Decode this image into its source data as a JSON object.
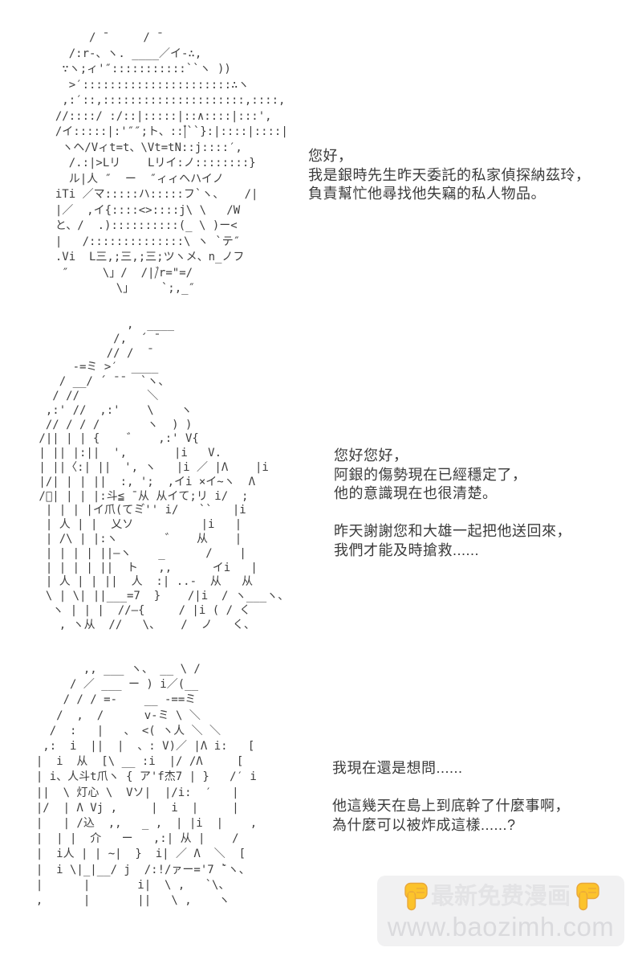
{
  "page": {
    "background": "#ffffff",
    "text_color": "#3b3b3b"
  },
  "panels": [
    {
      "figure": "ascii-art-cat-eared-detective",
      "ascii_art": [
        "       / ̄      / ̄",
        "    /:r-、ヽ. ____／イ-∴,",
        "   ∵ヽ;ィ'″:::::::::::``ヽ ))",
        "    >′::::::::::::::::::::::∴ヽ",
        "   ,:′::,:::::::::::::::::::::,::::,",
        "  //::::/ :/::|:::::|::∧::::|:::',",
        "  /イ:::::|:'″″;ト、::|゙``}:|::::|::::|",
        "   ヽヘ/Vィt=t、\\Vt=tN::j::::′,",
        "    /.:|>Lリ    Lリイ:ノ::::::::}",
        "    ル|人 ″  ー  ″ィィヘハイノ",
        "  iTi ／マ:::::ハ:::::フ`ヽ、   /|",
        "  |／  ,イ{::::<>::::j\\ \\   /W",
        "  と、/  .)::::::::::(_ \\ )ー<",
        "  |   /::::::::::::::\\ ヽ `テ″",
        "  .Vi  L三,;三,;三;ツヽメ、n_ノフ",
        "   ″     \\」/  /|/゙r=\"=/",
        "           \\」    `;,_″"
      ],
      "dialogue": [
        "您好，",
        "我是銀時先生昨天委託的私家偵探納茲玲，",
        "負責幫忙他尋找他失竊的私人物品。"
      ]
    },
    {
      "figure": "ascii-art-long-haired-girl",
      "ascii_art": [
        "              ,  ____",
        "            /,  ´ ̄",
        "           // /  ̄",
        "      -=ミ >′  ____",
        "    / __/ ´ ̄ ̄   `ヽ、",
        "   / //          ＼",
        "  ,:' //  ,:'    \\    ヽ",
        "  // / / /       ヽ  ) )",
        " /|| | | {    ゛   ,:' V{",
        " | || |:||  ',       |i   V.",
        " | ||〈:| ||  ', ヽ   |i ／ |Λ    |i",
        " |/| | | ||  :, ';  ,イi ×イ~ヽ  Λ",
        " /゙| | | |:斗≦ ̄ 从 从イて;リ i/  ;",
        "  | | | |イ爪(てミ゙'' i/   ``   |i",
        "  | 人 | |  乂ソ          |i   |",
        "  | /\\ | |:ヽ       ゛   从    |",
        "  | | | | ||―ヽ    _      /    |",
        "  | | | | ||  ト   ,,      イi   |",
        "  | 人 | | ||  人  :| ..-  从   从",
        "  \\ | \\| ||___=7  }    /|i  / ヽ___ヽ、",
        "   ヽ | | |  //―{     / |i ( / く",
        "    , ヽ从  //   \\、   /  ノ   く、"
      ],
      "dialogue": [
        "您好您好，",
        "阿銀的傷勢現在已經穩定了，",
        "他的意識現在也很清楚。",
        "",
        "昨天謝謝您和大雄一起把他送回來，",
        "我們才能及時搶救......"
      ]
    },
    {
      "figure": "ascii-art-girl-hand-on-head",
      "ascii_art": [
        "         ,, ___ ヽ、 __ \\ /",
        "       / ／ ___ ー ) i／(__",
        "      / / / =-    __ -==ミ",
        "     /  ,  /      v-ミ \\ ＼",
        "    /  :   |   、 <( ヽ人 ＼ ＼",
        "   ,:  i  ||  |  、: V)／ |Λ i:   [",
        "  |  i  从  [\\ __ :i  |/ /Λ     [",
        "  | i、人斗t爪ヽ { ア'f杰7 | }   /′ i",
        "  ||  \\ 灯心 \\  Vソ|  |/i:  ′   |",
        "  |/  | Λ Vj ,     |  i  |     |",
        "  |   | /込  ,,   _ ,  | |i  |    ,",
        "  |  | |  介   ー   ,:| 从 |    /",
        "  |  i人 | | ~|  }  i| ／ Λ  ＼  [",
        "  |  i \\|_|__/ j  /:!/ァー='7 ̄`ヽ、",
        "  |      |       i|  \\ ,   `\\、",
        "  ,      |       ||   \\ ,    ヽ"
      ],
      "dialogue": [
        "我現在還是想問......",
        "",
        "他這幾天在島上到底幹了什麼事啊，",
        "為什麼可以被炸成這樣......?"
      ]
    }
  ],
  "watermark": {
    "line1": "最新免费漫画",
    "line2": "www.baozimh.com",
    "pointer_icon": "backhand-index-pointing-down",
    "colors": {
      "box_bg": "#f1f1f2",
      "title_text": "#e3e3e5",
      "url_text": "#dadadd",
      "hand_fill": "#fcc32b",
      "hand_outline": "#e9a73b"
    }
  }
}
